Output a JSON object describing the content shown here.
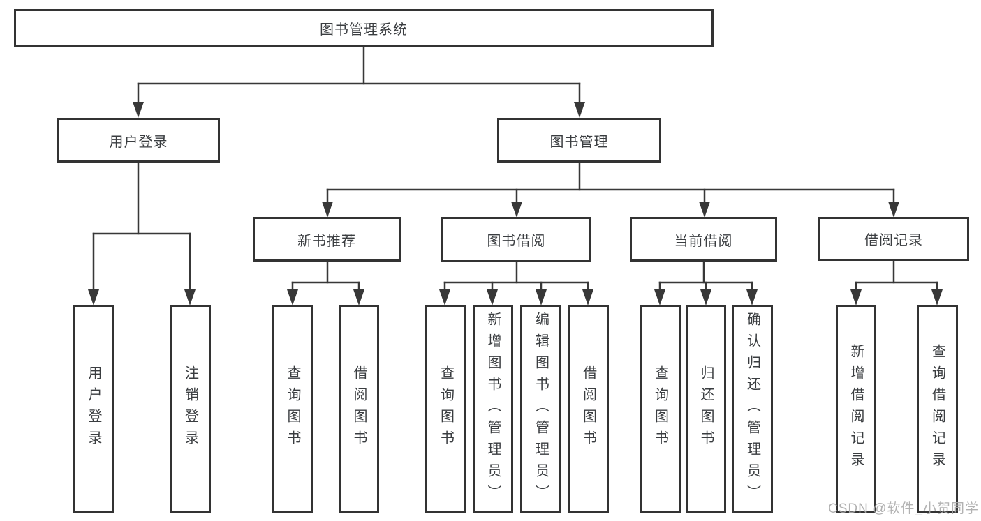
{
  "colors": {
    "line": "#383838",
    "box_border": "#333333",
    "text": "#3a3d40",
    "watermark": "#aaaaaa",
    "background": "#ffffff"
  },
  "watermark": "CSDN @软件_小贺同学",
  "tree": {
    "label": "图书管理系统",
    "children": [
      {
        "label": "用户登录",
        "children": [
          {
            "label": "用户登录"
          },
          {
            "label": "注销登录"
          }
        ]
      },
      {
        "label": "图书管理",
        "children": [
          {
            "label": "新书推荐",
            "children": [
              {
                "label": "查询图书"
              },
              {
                "label": "借阅图书"
              }
            ]
          },
          {
            "label": "图书借阅",
            "children": [
              {
                "label": "查询图书"
              },
              {
                "label": "新增图书（管理员）"
              },
              {
                "label": "编辑图书（管理员）"
              },
              {
                "label": "借阅图书"
              }
            ]
          },
          {
            "label": "当前借阅",
            "children": [
              {
                "label": "查询图书"
              },
              {
                "label": "归还图书"
              },
              {
                "label": "确认归还（管理员）"
              }
            ]
          },
          {
            "label": "借阅记录",
            "children": [
              {
                "label": "新增借阅记录"
              },
              {
                "label": "查询借阅记录"
              }
            ]
          }
        ]
      }
    ]
  }
}
